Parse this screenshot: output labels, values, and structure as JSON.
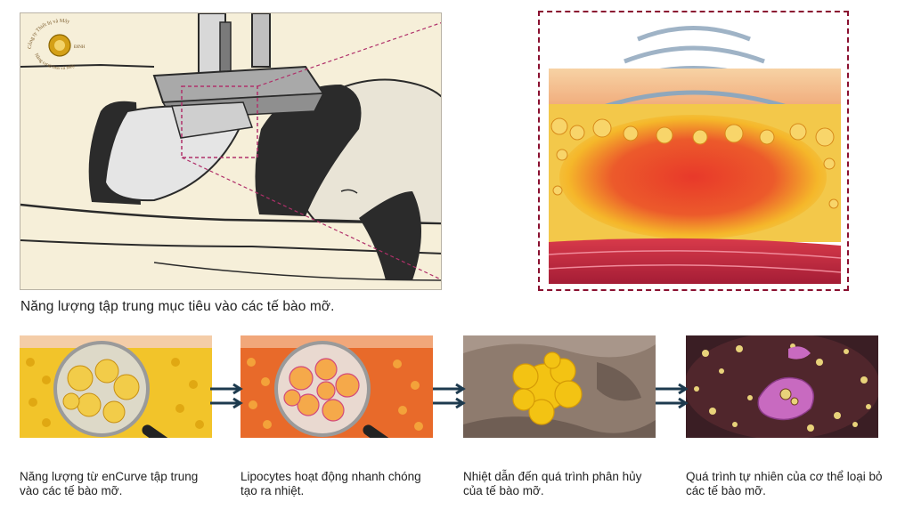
{
  "logo": {
    "arc_top": "Công ty Thiết bị và Máy",
    "arc_bottom": "Nâng cơ từ hoá và Máy",
    "side_text": "ĐINH"
  },
  "main_caption": "Năng lượng tập trung mục tiêu vào các tế bào mỡ.",
  "steps": [
    {
      "line1": "Năng lượng từ enCurve tập trung",
      "line2": "vào các tế bào mỡ."
    },
    {
      "line1": "Lipocytes hoạt động nhanh chóng",
      "line2": "tạo ra nhiệt."
    },
    {
      "line1": "Nhiệt dẫn đến quá trình phân hủy",
      "line2": "của tế bào mỡ."
    },
    {
      "line1": "Quá trình tự nhiên của cơ thể loại bỏ",
      "line2": "các tế bào mỡ."
    }
  ],
  "colors": {
    "dashed_frame": "#8a1030",
    "arrow": "#1d3a4e",
    "fat_yellow": "#f3c21f",
    "heat_red": "#e8392a"
  }
}
